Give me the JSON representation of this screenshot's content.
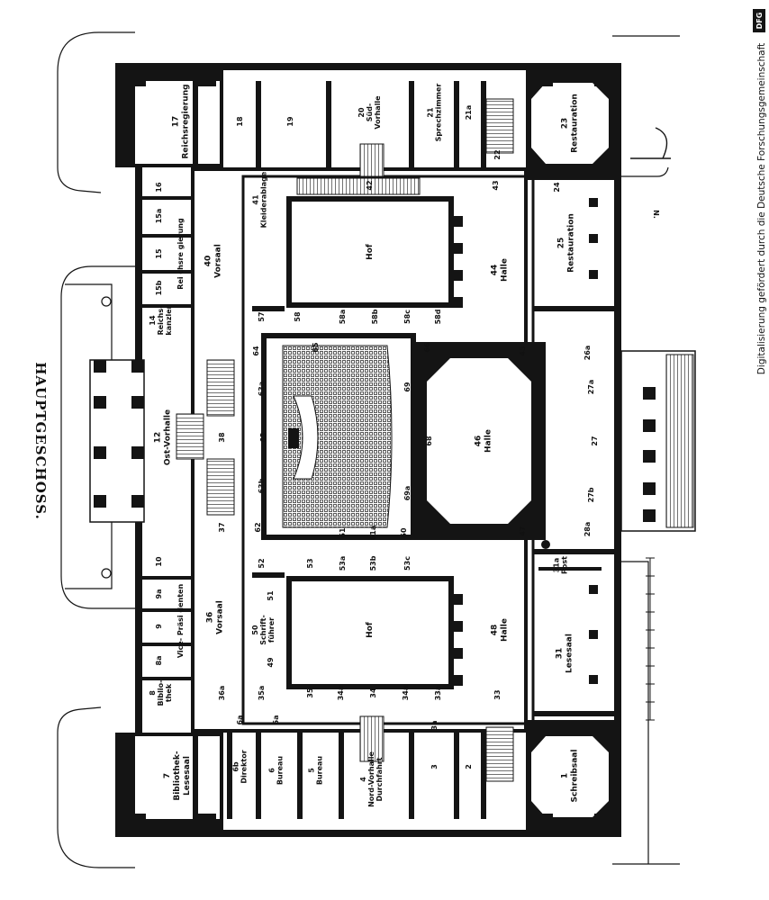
{
  "title": "HAUPTGESCHOSS.",
  "credit": "Digitalisierung gefördert durch die Deutsche Forschungsgemeinschaft",
  "logo": "DFG",
  "north_label": "N.",
  "rooms": [
    {
      "id": "r17",
      "lines": [
        "17",
        "Reichsregierung"
      ]
    },
    {
      "id": "r18",
      "lines": [
        "18"
      ]
    },
    {
      "id": "r19",
      "lines": [
        "19"
      ]
    },
    {
      "id": "r20",
      "lines": [
        "20",
        "Süd-",
        "Vorhalle"
      ]
    },
    {
      "id": "r21",
      "lines": [
        "21",
        "Sprechzimmer"
      ]
    },
    {
      "id": "r21a",
      "lines": [
        "21a"
      ]
    },
    {
      "id": "r22",
      "lines": [
        "22"
      ]
    },
    {
      "id": "r23",
      "lines": [
        "23",
        "Restauration"
      ]
    },
    {
      "id": "r16",
      "lines": [
        "16"
      ]
    },
    {
      "id": "r15a",
      "lines": [
        "15a"
      ]
    },
    {
      "id": "r15",
      "lines": [
        "15"
      ]
    },
    {
      "id": "r15b",
      "lines": [
        "15b"
      ]
    },
    {
      "id": "r14",
      "lines": [
        "14",
        "Reichs-",
        "kanzler"
      ]
    },
    {
      "id": "r40",
      "lines": [
        "40",
        "Vorsaal"
      ]
    },
    {
      "id": "rRegierung",
      "lines": [
        "Rei  chsre  gierung"
      ]
    },
    {
      "id": "r41",
      "lines": [
        "41",
        "Kleiderablage"
      ]
    },
    {
      "id": "r42",
      "lines": [
        "42"
      ]
    },
    {
      "id": "rHofS",
      "lines": [
        "Hof"
      ]
    },
    {
      "id": "r43",
      "lines": [
        "43"
      ]
    },
    {
      "id": "r44",
      "lines": [
        "44",
        "Halle"
      ]
    },
    {
      "id": "r24",
      "lines": [
        "24"
      ]
    },
    {
      "id": "r25",
      "lines": [
        "25",
        "Restauration"
      ]
    },
    {
      "id": "r57",
      "lines": [
        "57"
      ]
    },
    {
      "id": "r58",
      "lines": [
        "58"
      ]
    },
    {
      "id": "r58a",
      "lines": [
        "58a"
      ]
    },
    {
      "id": "r58b",
      "lines": [
        "58b"
      ]
    },
    {
      "id": "r58c",
      "lines": [
        "58c"
      ]
    },
    {
      "id": "r58d",
      "lines": [
        "58d"
      ]
    },
    {
      "id": "r12",
      "lines": [
        "12",
        "Ost-Vorhalle"
      ]
    },
    {
      "id": "r38",
      "lines": [
        "38"
      ]
    },
    {
      "id": "r63",
      "lines": [
        "63"
      ]
    },
    {
      "id": "r63a",
      "lines": [
        "63a"
      ]
    },
    {
      "id": "r63b",
      "lines": [
        "63b"
      ]
    },
    {
      "id": "r64",
      "lines": [
        "64"
      ]
    },
    {
      "id": "r65",
      "lines": [
        "65"
      ]
    },
    {
      "id": "r66",
      "lines": [
        "66"
      ]
    },
    {
      "id": "r69",
      "lines": [
        "69"
      ]
    },
    {
      "id": "r69a",
      "lines": [
        "69a"
      ]
    },
    {
      "id": "r68",
      "lines": [
        "68"
      ]
    },
    {
      "id": "r45",
      "lines": [
        "45"
      ]
    },
    {
      "id": "r46",
      "lines": [
        "46",
        "Halle"
      ]
    },
    {
      "id": "r47",
      "lines": [
        "47"
      ]
    },
    {
      "id": "r27",
      "lines": [
        "27"
      ]
    },
    {
      "id": "r27a",
      "lines": [
        "27a"
      ]
    },
    {
      "id": "r27b",
      "lines": [
        "27b"
      ]
    },
    {
      "id": "r26a",
      "lines": [
        "26a"
      ]
    },
    {
      "id": "r28a",
      "lines": [
        "28a"
      ]
    },
    {
      "id": "r37",
      "lines": [
        "37"
      ]
    },
    {
      "id": "r62",
      "lines": [
        "62"
      ]
    },
    {
      "id": "r61",
      "lines": [
        "61"
      ]
    },
    {
      "id": "r61a",
      "lines": [
        "61a"
      ]
    },
    {
      "id": "r60",
      "lines": [
        "60"
      ]
    },
    {
      "id": "r10",
      "lines": [
        "10"
      ]
    },
    {
      "id": "r9a",
      "lines": [
        "9a"
      ]
    },
    {
      "id": "r9",
      "lines": [
        "9"
      ]
    },
    {
      "id": "r8a",
      "lines": [
        "8a"
      ]
    },
    {
      "id": "r8",
      "lines": [
        "8",
        "Biblio-",
        "thek"
      ]
    },
    {
      "id": "rPraes",
      "lines": [
        "Vice-  Präsi  denten"
      ]
    },
    {
      "id": "r36",
      "lines": [
        "36",
        "Vorsaal"
      ]
    },
    {
      "id": "r52",
      "lines": [
        "52"
      ]
    },
    {
      "id": "r53",
      "lines": [
        "53"
      ]
    },
    {
      "id": "r53a",
      "lines": [
        "53a"
      ]
    },
    {
      "id": "r53b",
      "lines": [
        "53b"
      ]
    },
    {
      "id": "r53c",
      "lines": [
        "53c"
      ]
    },
    {
      "id": "r51",
      "lines": [
        "51"
      ]
    },
    {
      "id": "r50",
      "lines": [
        "50",
        "Schrift-",
        "führer"
      ]
    },
    {
      "id": "r49",
      "lines": [
        "49"
      ]
    },
    {
      "id": "rHofN",
      "lines": [
        "Hof"
      ]
    },
    {
      "id": "r48",
      "lines": [
        "48",
        "Halle"
      ]
    },
    {
      "id": "r31a",
      "lines": [
        "31a",
        "Post"
      ]
    },
    {
      "id": "r31",
      "lines": [
        "31",
        "Lesesaal"
      ]
    },
    {
      "id": "r36a",
      "lines": [
        "36a"
      ]
    },
    {
      "id": "r35a",
      "lines": [
        "35a"
      ]
    },
    {
      "id": "r35",
      "lines": [
        "35"
      ]
    },
    {
      "id": "r34a",
      "lines": [
        "34a"
      ]
    },
    {
      "id": "r34",
      "lines": [
        "34"
      ]
    },
    {
      "id": "r34b",
      "lines": [
        "34a"
      ]
    },
    {
      "id": "r33a",
      "lines": [
        "33a"
      ]
    },
    {
      "id": "r33",
      "lines": [
        "33"
      ]
    },
    {
      "id": "r7",
      "lines": [
        "7",
        "Bibliothek-",
        "Lesesaal"
      ]
    },
    {
      "id": "r6a",
      "lines": [
        "6a"
      ]
    },
    {
      "id": "r6b",
      "lines": [
        "6a"
      ]
    },
    {
      "id": "r6c",
      "lines": [
        "6b",
        "Direktor"
      ]
    },
    {
      "id": "r6",
      "lines": [
        "6",
        "Bureau"
      ]
    },
    {
      "id": "r5",
      "lines": [
        "5",
        "Bureau"
      ]
    },
    {
      "id": "r4",
      "lines": [
        "4",
        "Nord-Vorhalle",
        "Durchfahrt"
      ]
    },
    {
      "id": "r3a",
      "lines": [
        "3a"
      ]
    },
    {
      "id": "r3",
      "lines": [
        "3"
      ]
    },
    {
      "id": "r2",
      "lines": [
        "2"
      ]
    },
    {
      "id": "r1",
      "lines": [
        "1",
        "Schreibsaal"
      ]
    }
  ]
}
